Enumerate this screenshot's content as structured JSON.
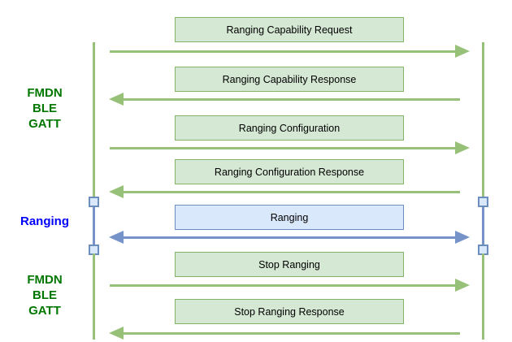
{
  "diagram": {
    "type": "sequence-diagram",
    "messages": [
      {
        "label": "Ranging Capability Request",
        "style": "green",
        "arrow": "right"
      },
      {
        "label": "Ranging Capability Response",
        "style": "green",
        "arrow": "left"
      },
      {
        "label": "Ranging Configuration",
        "style": "green",
        "arrow": "right"
      },
      {
        "label": "Ranging Configuration Response",
        "style": "green",
        "arrow": "left"
      },
      {
        "label": "Ranging",
        "style": "blue",
        "arrow": "both"
      },
      {
        "label": "Stop Ranging",
        "style": "green",
        "arrow": "right"
      },
      {
        "label": "Stop Ranging Response",
        "style": "green",
        "arrow": "left"
      }
    ],
    "side_labels": [
      {
        "lines": [
          "FMDN",
          "BLE",
          "GATT"
        ],
        "color": "green"
      },
      {
        "lines": [
          "Ranging"
        ],
        "color": "blue"
      },
      {
        "lines": [
          "FMDN",
          "BLE",
          "GATT"
        ],
        "color": "green"
      }
    ],
    "colors": {
      "green_box_fill": "#d5e8d4",
      "green_box_border": "#82b366",
      "green_line": "#97c179",
      "blue_box_fill": "#dae8fc",
      "blue_box_border": "#6c8ebf",
      "blue_line": "#7593c9",
      "phase_label_green": "#007700",
      "phase_label_blue": "#0000ff"
    }
  }
}
